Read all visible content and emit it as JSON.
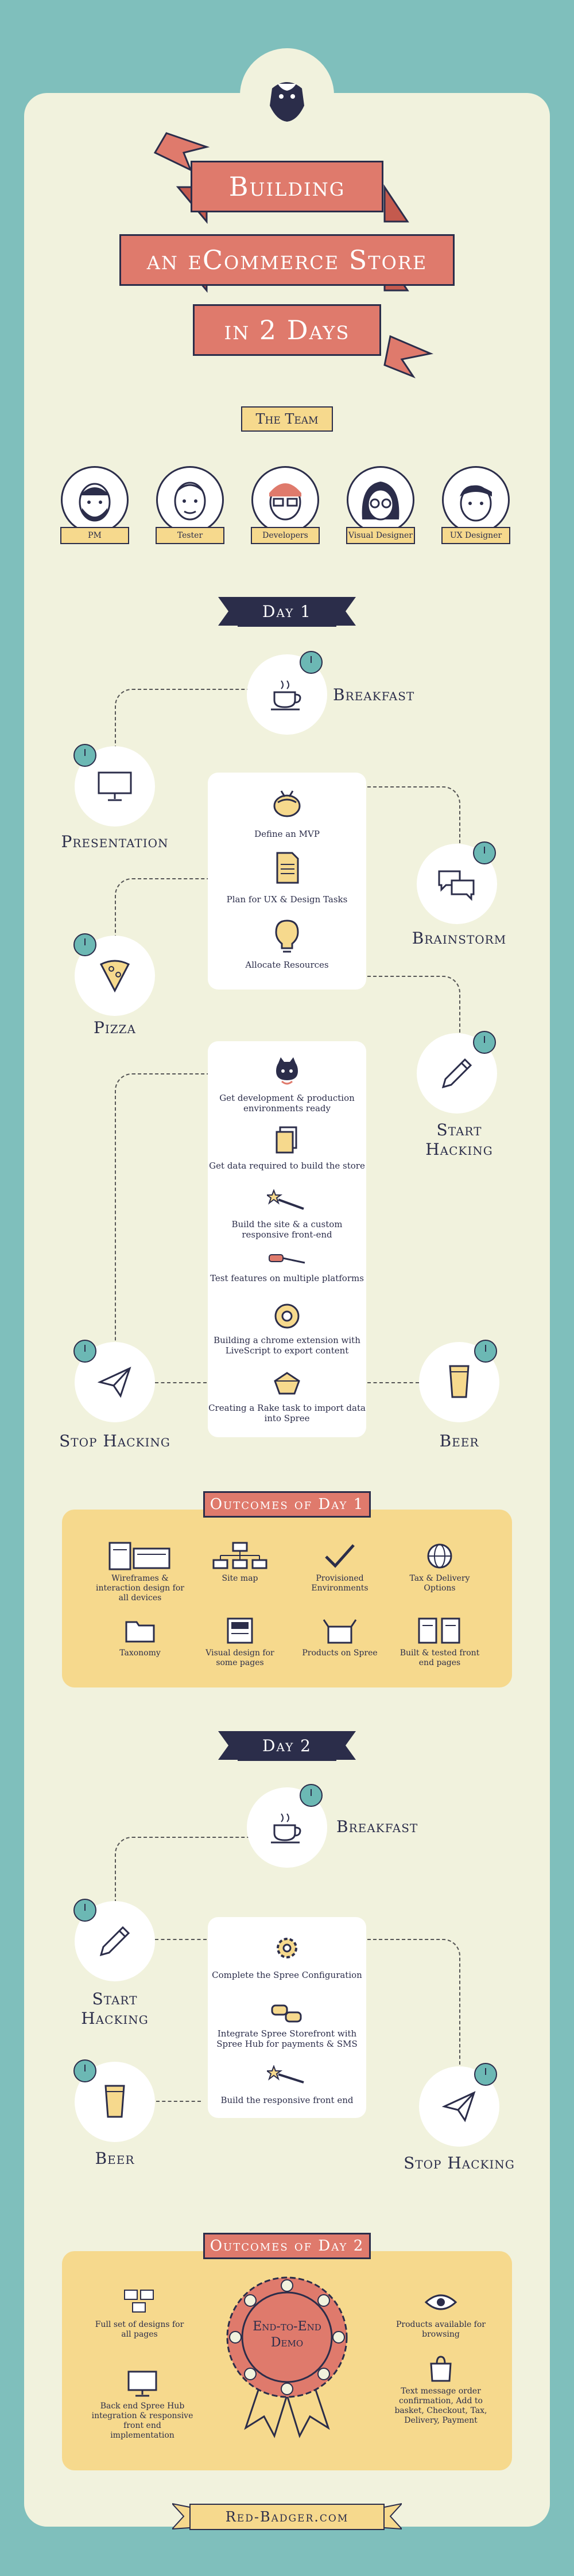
{
  "title": {
    "line1": "Building",
    "line2": "an eCommerce Store",
    "line3": "in 2 Days"
  },
  "team": {
    "heading": "The Team",
    "members": [
      {
        "role": "PM"
      },
      {
        "role": "Tester"
      },
      {
        "role": "Developers"
      },
      {
        "role": "Visual Designer"
      },
      {
        "role": "UX Designer"
      }
    ]
  },
  "day1": {
    "heading": "Day 1",
    "breakfast": "Breakfast",
    "presentation": "Presentation",
    "brainstorm": "Brainstorm",
    "pizza": "Pizza",
    "start_hacking": "Start Hacking",
    "stop_hacking": "Stop Hacking",
    "beer": "Beer",
    "card1": [
      "Define an MVP",
      "Plan for UX & Design Tasks",
      "Allocate Resources"
    ],
    "card2": [
      "Get development & production environments ready",
      "Get data required to build the store",
      "Build the site & a custom responsive front-end",
      "Test features on multiple platforms",
      "Building a chrome extension with LiveScript to export content",
      "Creating a Rake task to import data into Spree"
    ]
  },
  "outcomes1": {
    "heading": "Outcomes of Day 1",
    "items": [
      "Wireframes & interaction design for all devices",
      "Site map",
      "Provisioned Environments",
      "Tax & Delivery Options",
      "Taxonomy",
      "Visual design for some pages",
      "Products on Spree",
      "Built & tested front end pages"
    ]
  },
  "day2": {
    "heading": "Day 2",
    "breakfast": "Breakfast",
    "start_hacking": "Start Hacking",
    "beer": "Beer",
    "stop_hacking": "Stop Hacking",
    "card": [
      "Complete the Spree Configuration",
      "Integrate Spree Storefront with Spree Hub for payments & SMS",
      "Build the responsive front end"
    ]
  },
  "outcomes2": {
    "heading": "Outcomes of Day 2",
    "rosette": "End-to-End Demo",
    "items": [
      "Full set of designs for all pages",
      "Back end Spree Hub integration & responsive front end implementation",
      "Products available for browsing",
      "Text message order confirmation, Add to basket, Checkout, Tax, Delivery, Payment"
    ]
  },
  "footer": {
    "site": "Red-Badger.com"
  },
  "colors": {
    "background": "#7fbfbc",
    "panel": "#f1f2dd",
    "coral": "#df7a6c",
    "navy": "#2b2d4a",
    "yellow": "#f6d98d",
    "teal": "#6cb8b4"
  }
}
